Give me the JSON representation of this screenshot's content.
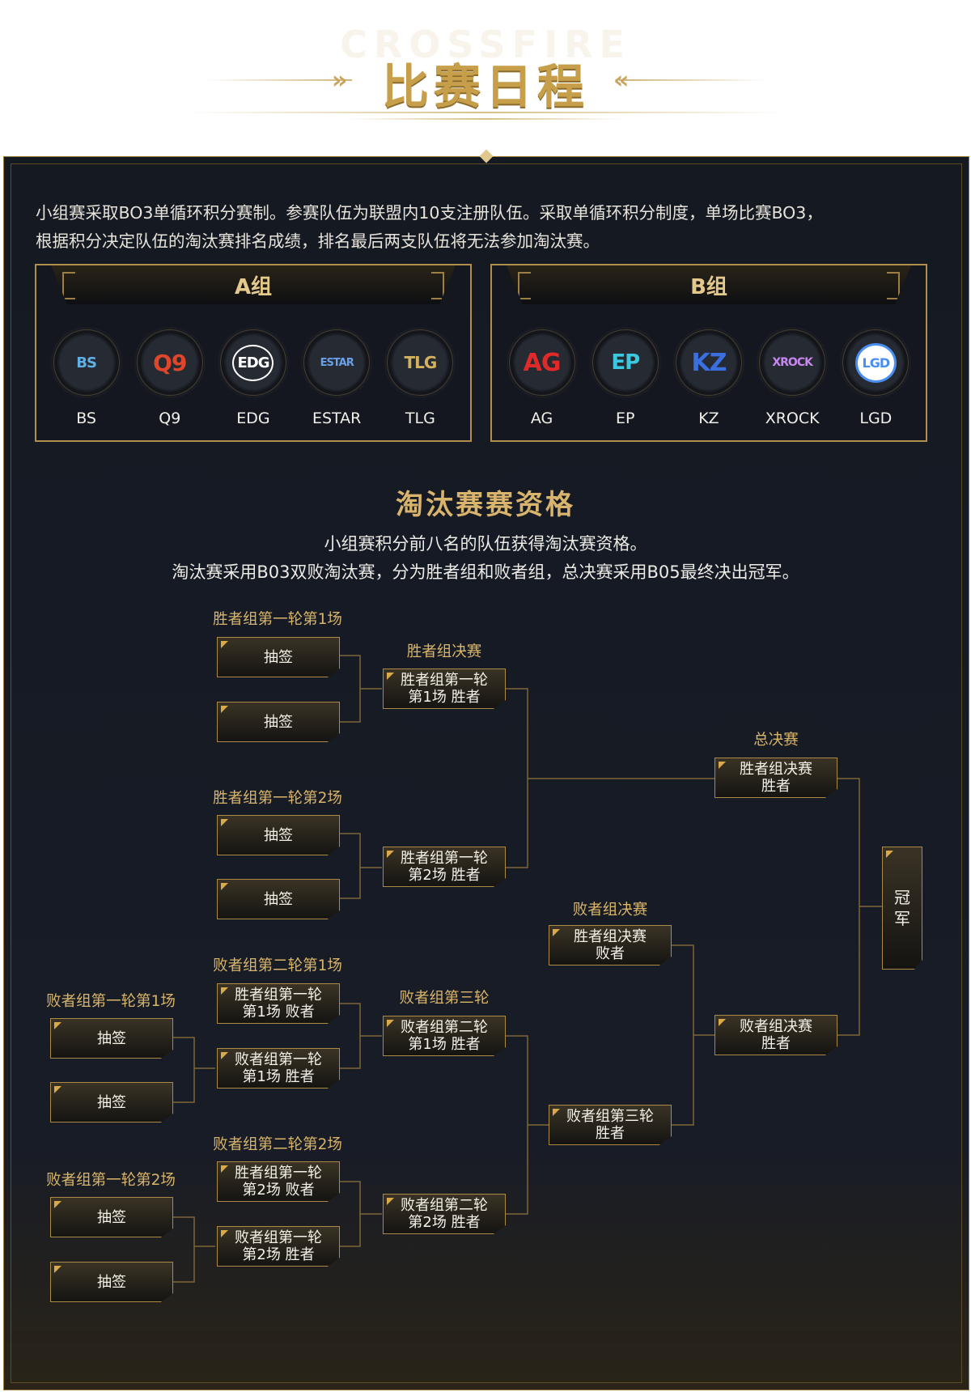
{
  "header": {
    "watermark": "CROSSFIRE",
    "title": "比赛日程"
  },
  "intro": {
    "line1": "小组赛采取BO3单循环积分赛制。参赛队伍为联盟内10支注册队伍。采取单循环积分制度，单场比赛BO3，",
    "line2": "根据积分决定队伍的淘汰赛排名成绩，排名最后两支队伍将无法参加淘汰赛。"
  },
  "groups": [
    {
      "title": "A组",
      "teams": [
        {
          "name": "BS",
          "logo": "BS",
          "color": "#5fb0e6"
        },
        {
          "name": "Q9",
          "logo": "Q9",
          "color": "#e0462a"
        },
        {
          "name": "EDG",
          "logo": "EDG",
          "color": "#ffffff"
        },
        {
          "name": "ESTAR",
          "logo": "ESTAR",
          "color": "#6aa0e8"
        },
        {
          "name": "TLG",
          "logo": "TLG",
          "color": "#d4b15e"
        }
      ]
    },
    {
      "title": "B组",
      "teams": [
        {
          "name": "AG",
          "logo": "AG",
          "color": "#e02a2a"
        },
        {
          "name": "EP",
          "logo": "EP",
          "color": "#3cc8e0"
        },
        {
          "name": "KZ",
          "logo": "KZ",
          "color": "#3a6fe0"
        },
        {
          "name": "XROCK",
          "logo": "XROCK",
          "color": "#c887f0"
        },
        {
          "name": "LGD",
          "logo": "LGD",
          "color": "#4a8ef0"
        }
      ]
    }
  ],
  "playoff": {
    "title": "淘汰赛赛资格",
    "sub1": "小组赛积分前八名的队伍获得淘汰赛资格。",
    "sub2": "淘汰赛采用B03双败淘汰赛，分为胜者组和败者组，总决赛采用B05最终决出冠军。"
  },
  "bracket": {
    "labels": {
      "wb_r1_m1": "胜者组第一轮第1场",
      "wb_final": "胜者组决赛",
      "grand_final": "总决赛",
      "wb_r1_m2": "胜者组第一轮第2场",
      "lb_final": "败者组决赛",
      "lb_r2_m1": "败者组第二轮第1场",
      "lb_r1_m1": "败者组第一轮第1场",
      "lb_r3": "败者组第三轮",
      "lb_r2_m2": "败者组第二轮第2场",
      "lb_r1_m2": "败者组第一轮第2场"
    },
    "draw": "抽签",
    "boxes": {
      "wbf_a": [
        "胜者组第一轮",
        "第1场 胜者"
      ],
      "wbf_b": [
        "胜者组第一轮",
        "第2场 胜者"
      ],
      "gf_top": [
        "胜者组决赛",
        "胜者"
      ],
      "champion": [
        "冠",
        "军"
      ],
      "lbf_top": [
        "胜者组决赛",
        "败者"
      ],
      "gf_bottom": [
        "败者组决赛",
        "胜者"
      ],
      "lb2m1_a": [
        "胜者组第一轮",
        "第1场 败者"
      ],
      "lb2m1_b": [
        "败者组第一轮",
        "第1场 胜者"
      ],
      "lb3_a": [
        "败者组第二轮",
        "第1场 胜者"
      ],
      "lbf_bottom": [
        "败者组第三轮",
        "胜者"
      ],
      "lb2m2_a": [
        "胜者组第一轮",
        "第2场 败者"
      ],
      "lb2m2_b": [
        "败者组第一轮",
        "第2场 胜者"
      ],
      "lb3_b": [
        "败者组第二轮",
        "第2场 胜者"
      ]
    }
  },
  "colors": {
    "gold": "#d9b56a",
    "line": "#7d6636",
    "bg": "#161a22"
  }
}
